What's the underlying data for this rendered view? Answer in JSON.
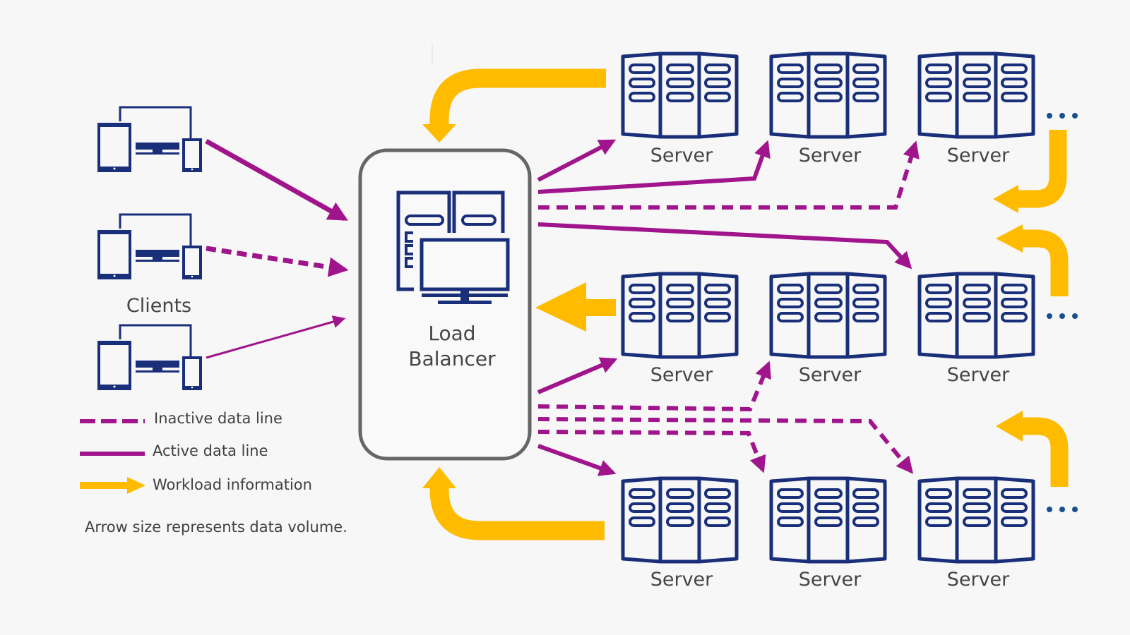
{
  "diagram": {
    "clients": {
      "label": "Clients",
      "devices": [
        {
          "name": "client-group-1",
          "connection": "active",
          "volume": "high"
        },
        {
          "name": "client-group-2",
          "connection": "inactive",
          "volume": "medium"
        },
        {
          "name": "client-group-3",
          "connection": "active",
          "volume": "low"
        }
      ]
    },
    "load_balancer": {
      "line1": "Load",
      "line2": "Balancer"
    },
    "servers": {
      "label": "Server",
      "rows": [
        [
          "Server",
          "Server",
          "Server"
        ],
        [
          "Server",
          "Server",
          "Server"
        ],
        [
          "Server",
          "Server",
          "Server"
        ]
      ],
      "more_indicator": "..."
    },
    "legend": {
      "inactive": "Inactive data line",
      "active": "Active data line",
      "workload": "Workload information",
      "note": "Arrow size represents data volume."
    },
    "colors": {
      "data_line": "#a0148c",
      "workload": "#ffbb00",
      "icon": "#1a2f7a",
      "box_border": "#666666",
      "background": "#f7f7f7"
    }
  }
}
